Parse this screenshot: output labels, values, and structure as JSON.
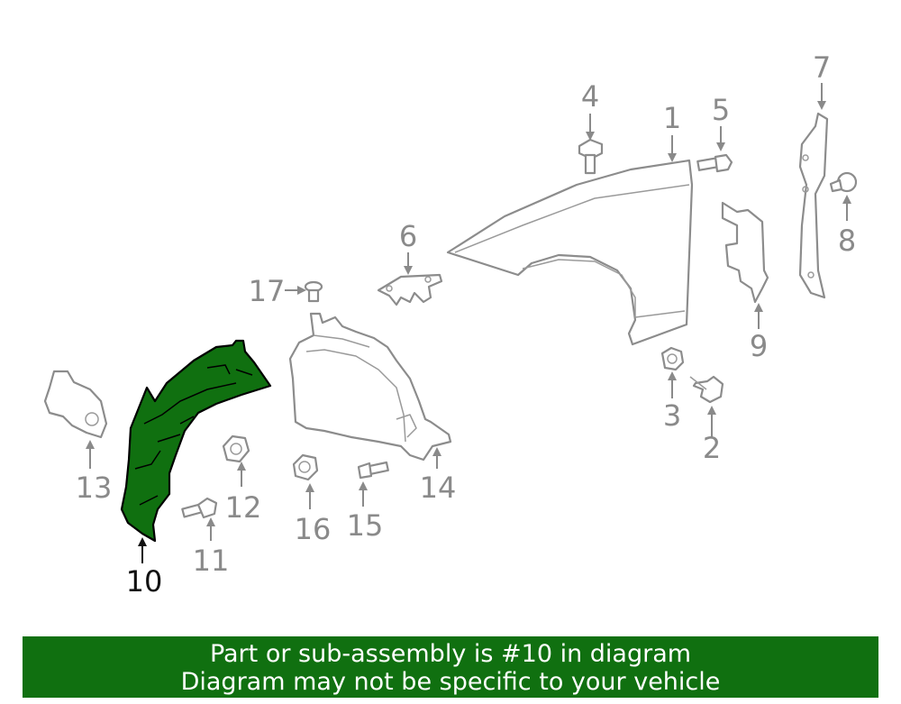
{
  "highlight_color": "#107010",
  "selected_part": "10",
  "callouts": {
    "c1": "1",
    "c2": "2",
    "c3": "3",
    "c4": "4",
    "c5": "5",
    "c6": "6",
    "c7": "7",
    "c8": "8",
    "c9": "9",
    "c10": "10",
    "c11": "11",
    "c12": "12",
    "c13": "13",
    "c14": "14",
    "c15": "15",
    "c16": "16",
    "c17": "17"
  },
  "banner": {
    "line1": "Part or sub-assembly is #10 in diagram",
    "line2": "Diagram may not be specific to your vehicle"
  }
}
